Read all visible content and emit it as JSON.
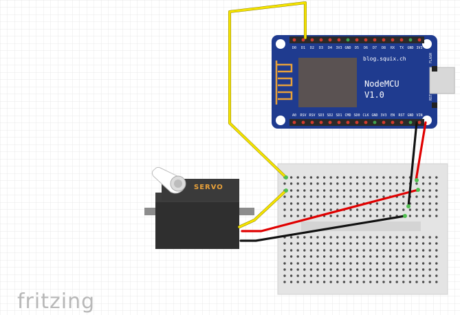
{
  "board": {
    "site_label": "blog.squix.ch",
    "name_line1": "NodeMCU",
    "name_line2": "V1.0",
    "flash_label": "FLASH",
    "rst_label": "RST",
    "top_pins": [
      "D0",
      "D1",
      "D2",
      "D3",
      "D4",
      "3V3",
      "GND",
      "D5",
      "D6",
      "D7",
      "D8",
      "RX",
      "TX",
      "GND",
      "3V3"
    ],
    "bottom_pins": [
      "A0",
      "RSV",
      "RSV",
      "SD3",
      "SD2",
      "SD1",
      "CMD",
      "SD0",
      "CLK",
      "GND",
      "3V3",
      "EN",
      "RST",
      "GND",
      "VIN"
    ]
  },
  "servo": {
    "label": "SERVO"
  },
  "branding": {
    "logo": "fritzing"
  },
  "colors": {
    "board": "#1f3b8f",
    "signal_wire": "#f5e400",
    "power_wire": "#e00000",
    "ground_wire": "#111111",
    "breadboard": "#e4e4e4",
    "servo_body": "#3a3a3a",
    "servo_text": "#e8a13a"
  }
}
